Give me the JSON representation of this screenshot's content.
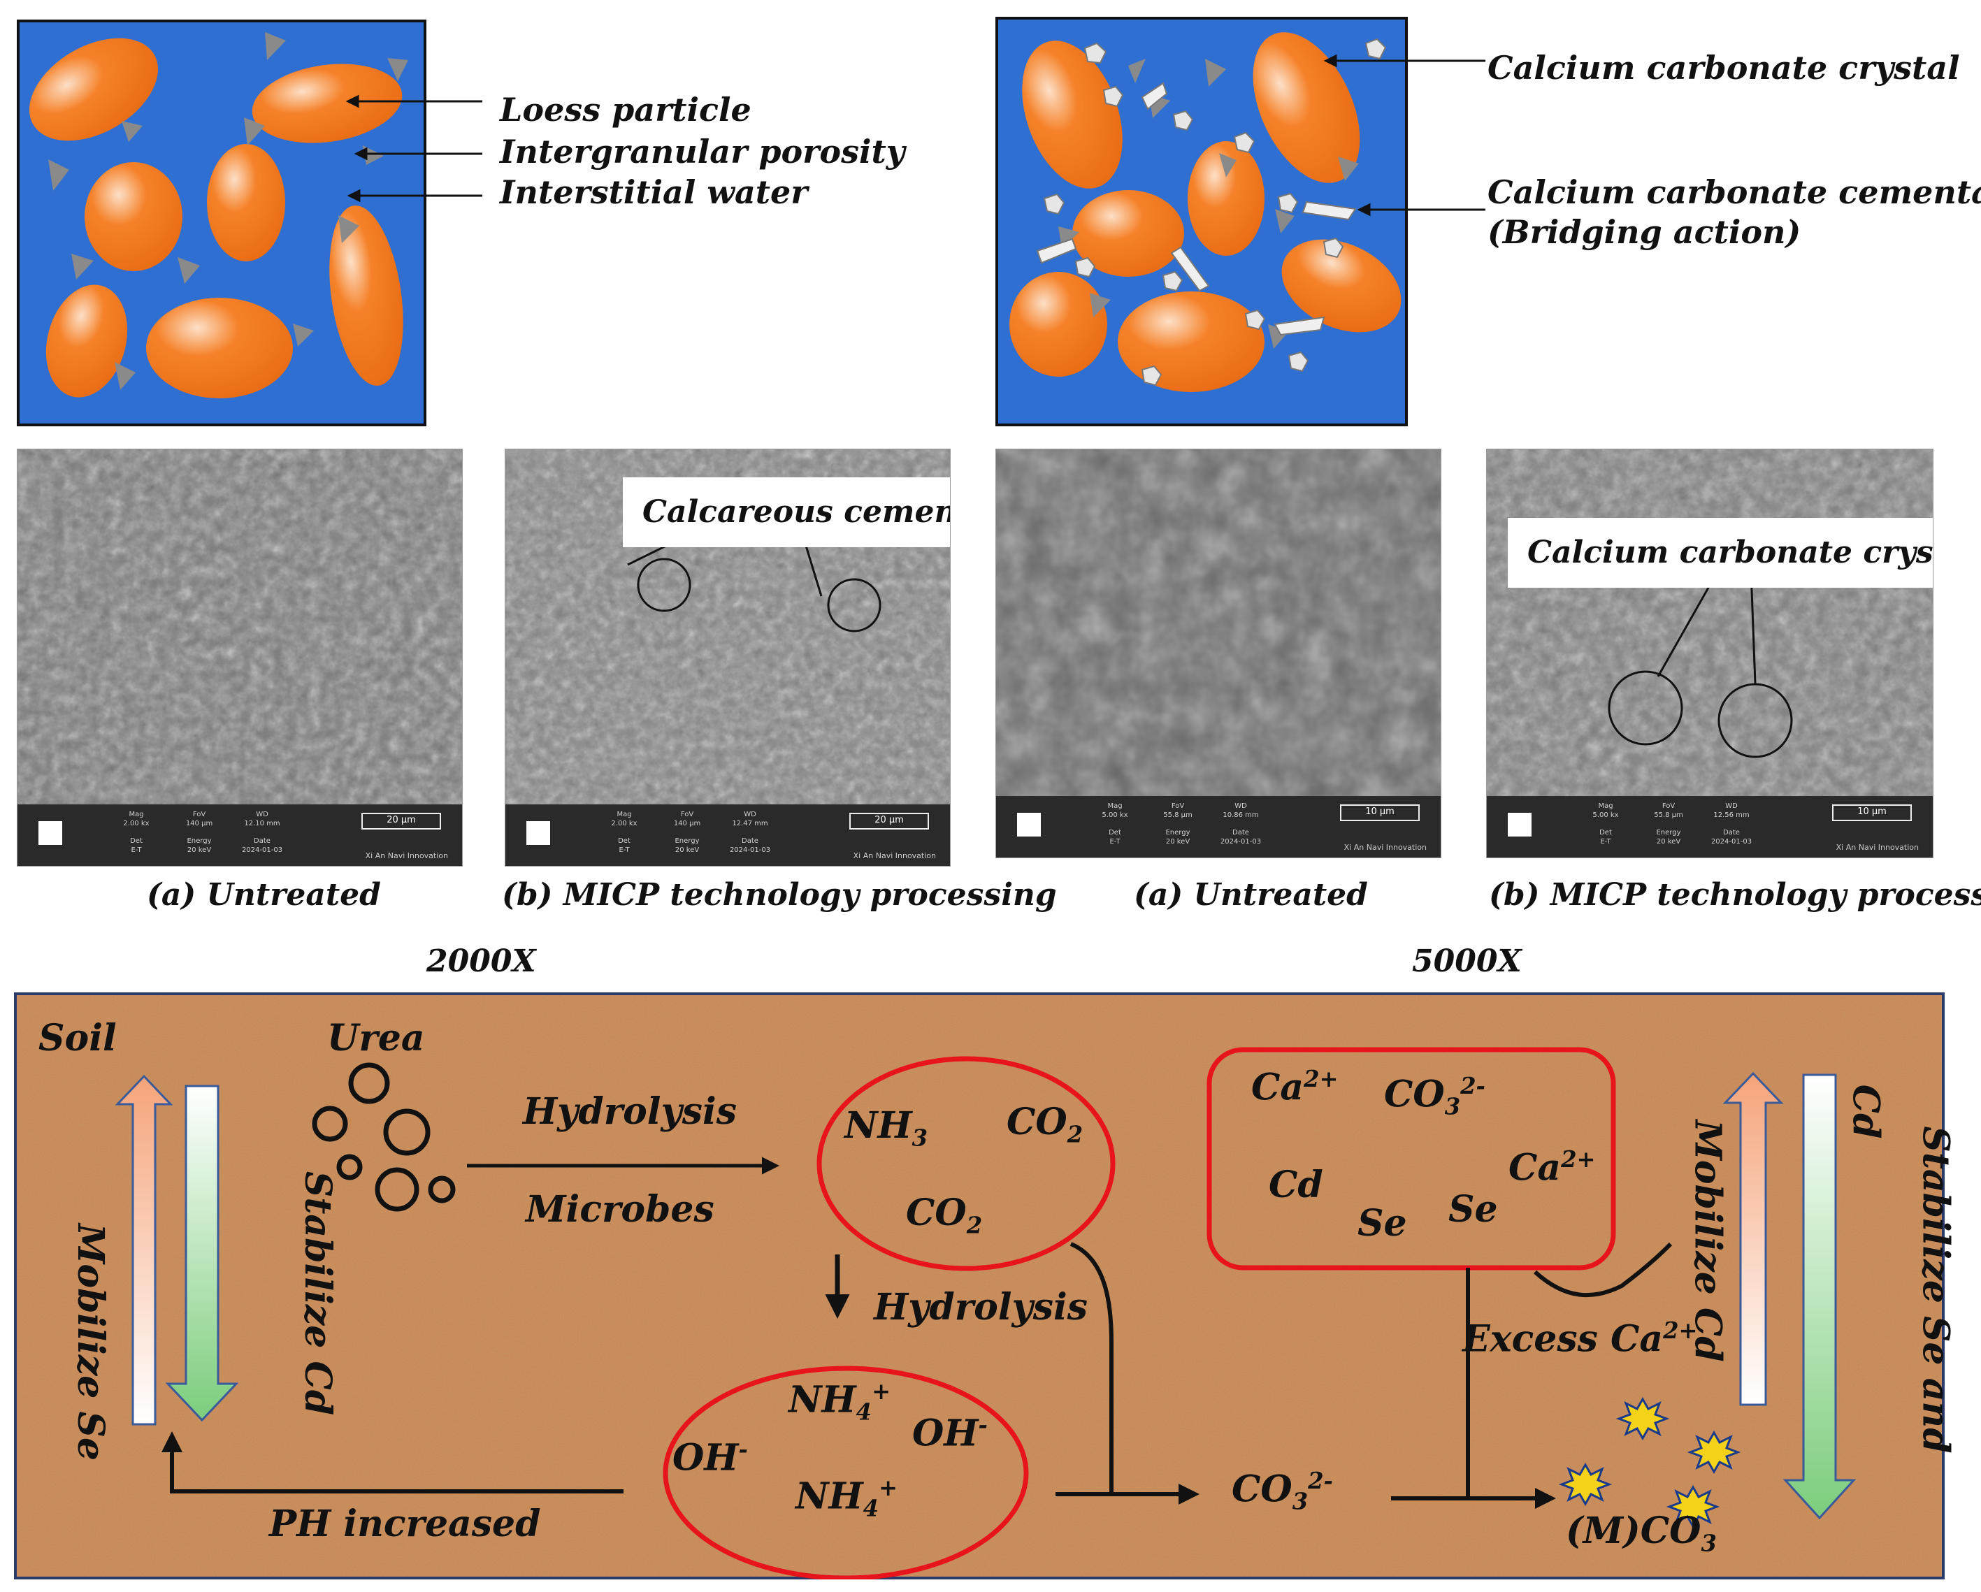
{
  "top_left": {
    "labels": {
      "loess": "Loess particle",
      "porosity": "Intergranular porosity",
      "water": "Interstitial water"
    }
  },
  "top_right": {
    "labels": {
      "crystal": "Calcium carbonate crystal",
      "cementation": "Calcium carbonate cementation",
      "bridging": "(Bridging action)"
    }
  },
  "sem": {
    "callout_b2000": "Calcareous cement",
    "callout_b5000": "Calcium carbonate crystal",
    "panels": [
      {
        "mag": "2.00 kx",
        "fov": "140 µm",
        "wd": "12.10 mm",
        "det": "E-T",
        "energy": "20 keV",
        "date": "2024-01-03",
        "scale": "20 µm",
        "vendor": "Xi An Navi Innovation"
      },
      {
        "mag": "2.00 kx",
        "fov": "140 µm",
        "wd": "12.47 mm",
        "det": "E-T",
        "energy": "20 keV",
        "date": "2024-01-03",
        "scale": "20 µm",
        "vendor": "Xi An Navi Innovation"
      },
      {
        "mag": "5.00 kx",
        "fov": "55.8 µm",
        "wd": "10.86 mm",
        "det": "E-T",
        "energy": "20 keV",
        "date": "2024-01-03",
        "scale": "10 µm",
        "vendor": "Xi An Navi Innovation"
      },
      {
        "mag": "5.00 kx",
        "fov": "55.8 µm",
        "wd": "12.56 mm",
        "det": "E-T",
        "energy": "20 keV",
        "date": "2024-01-03",
        "scale": "10 µm",
        "vendor": "Xi An Navi Innovation"
      }
    ],
    "bar_headers": {
      "mag": "Mag",
      "fov": "FoV",
      "wd": "WD",
      "det": "Det",
      "energy": "Energy",
      "date": "Date"
    },
    "captions": {
      "a1": "(a) Untreated",
      "b1": "(b) MICP technology processing",
      "a2": "(a) Untreated",
      "b2": "(b) MICP technology processing"
    },
    "mag_labels": {
      "low": "2000X",
      "high": "5000X"
    }
  },
  "mechanism": {
    "soil": "Soil",
    "urea": "Urea",
    "mobilize_se": "Mobilize Se",
    "stabilize_cd": "Stabilize Cd",
    "hydrolysis_1": "Hydrolysis",
    "microbes": "Microbes",
    "hydrolysis_2": "Hydrolysis",
    "ph_increased": "PH increased",
    "excess_ca": "Excess Ca",
    "mobilize_cd": "Mobilize Cd",
    "stabilize_se_cd_1": "Stabilize Se and",
    "stabilize_se_cd_2": "Cd",
    "nh": "NH",
    "co": "CO",
    "oh": "OH",
    "ca": "Ca",
    "cd": "Cd",
    "se": "Se",
    "mco": "(M)CO",
    "sub_2": "2",
    "sub_3": "3",
    "sub_4": "4",
    "sup_plus": "+",
    "sup_minus": "-",
    "sup_2plus": "2+",
    "sup_2minus": "2-"
  },
  "colors": {
    "water_blue": "#2f6fd1",
    "particle_orange": "#f5822a",
    "soil_brown": "#c98a57",
    "red_outline": "#e8141c"
  }
}
